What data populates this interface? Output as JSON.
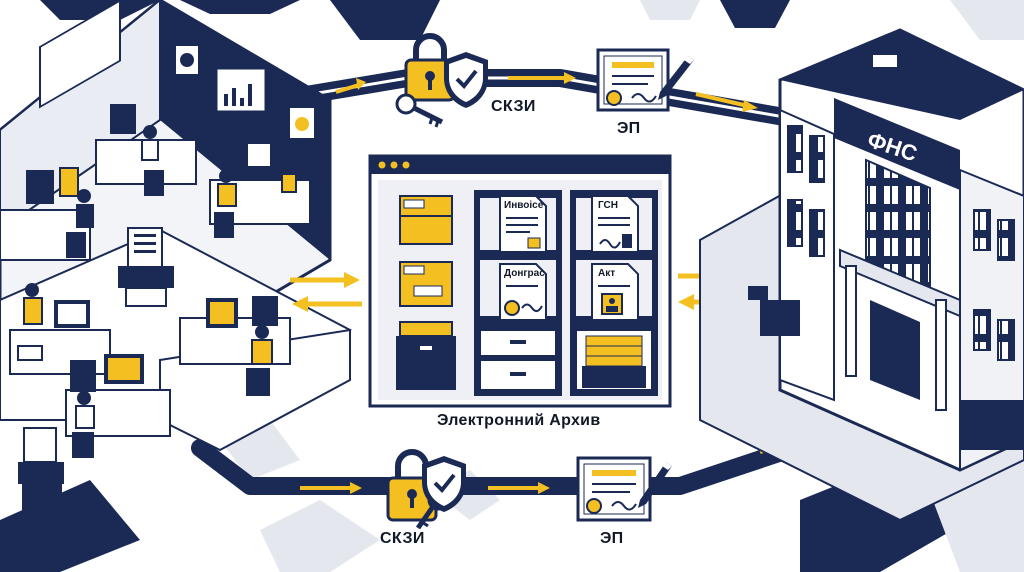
{
  "labels": {
    "top_crypto": "СКЗИ",
    "top_signature": "ЭП",
    "bottom_crypto": "СКЗИ",
    "bottom_signature": "ЭП",
    "archive_caption": "Электронний Архив",
    "tax_office_sign": "ФНС"
  },
  "archive_documents": {
    "invoice": "Инвоісе",
    "contract": "Донграс",
    "gsn": "ГСН",
    "act": "Акт"
  },
  "icons": [
    "padlock-icon",
    "key-icon",
    "shield-check-icon",
    "certificate-icon",
    "pen-icon",
    "folder-icon",
    "arrow-icon"
  ],
  "colors": {
    "navy": "#1b2a55",
    "accent_yellow": "#f4c021",
    "light_gray": "#e4e7ee",
    "white": "#ffffff"
  }
}
